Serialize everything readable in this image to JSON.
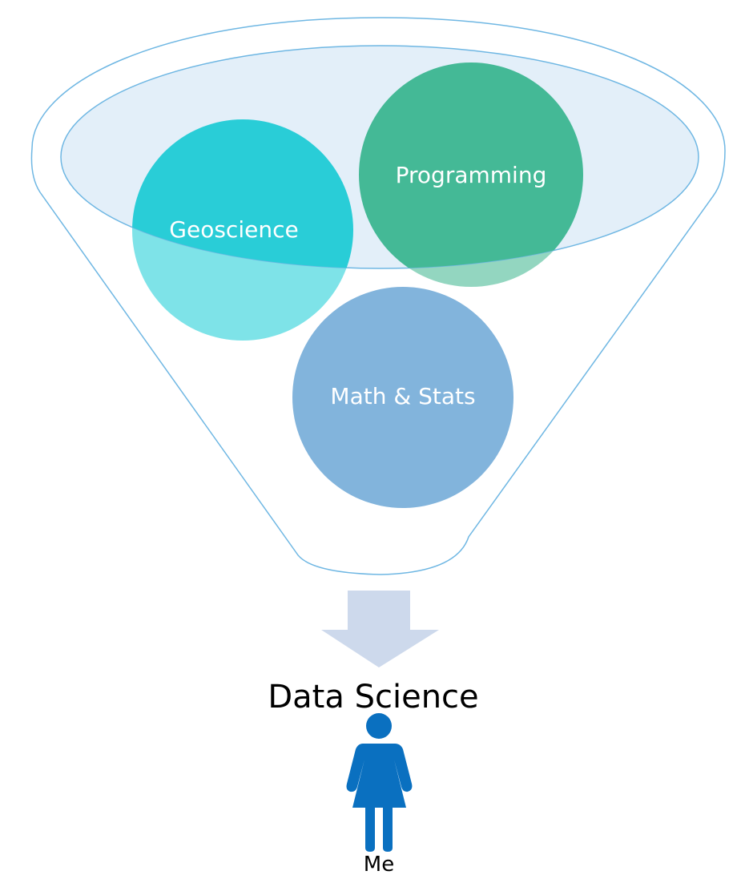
{
  "diagram": {
    "inputs": [
      {
        "label": "Geoscience",
        "color": "#29CDD7",
        "icon": "circle"
      },
      {
        "label": "Programming",
        "color": "#44B996",
        "icon": "circle"
      },
      {
        "label": "Math & Stats",
        "color": "#82B4DC",
        "icon": "circle"
      }
    ],
    "output": {
      "label": "Data Science",
      "arrow_icon": "down-arrow-icon"
    },
    "person": {
      "label": "Me",
      "icon": "woman-icon",
      "color": "#0A70C0"
    },
    "colors": {
      "funnel_outline": "#6FB7E3",
      "funnel_mouth_fill": "#E3EFF9",
      "arrow": "#CDD9EC",
      "text_on_circle": "#FFFFFF"
    }
  }
}
